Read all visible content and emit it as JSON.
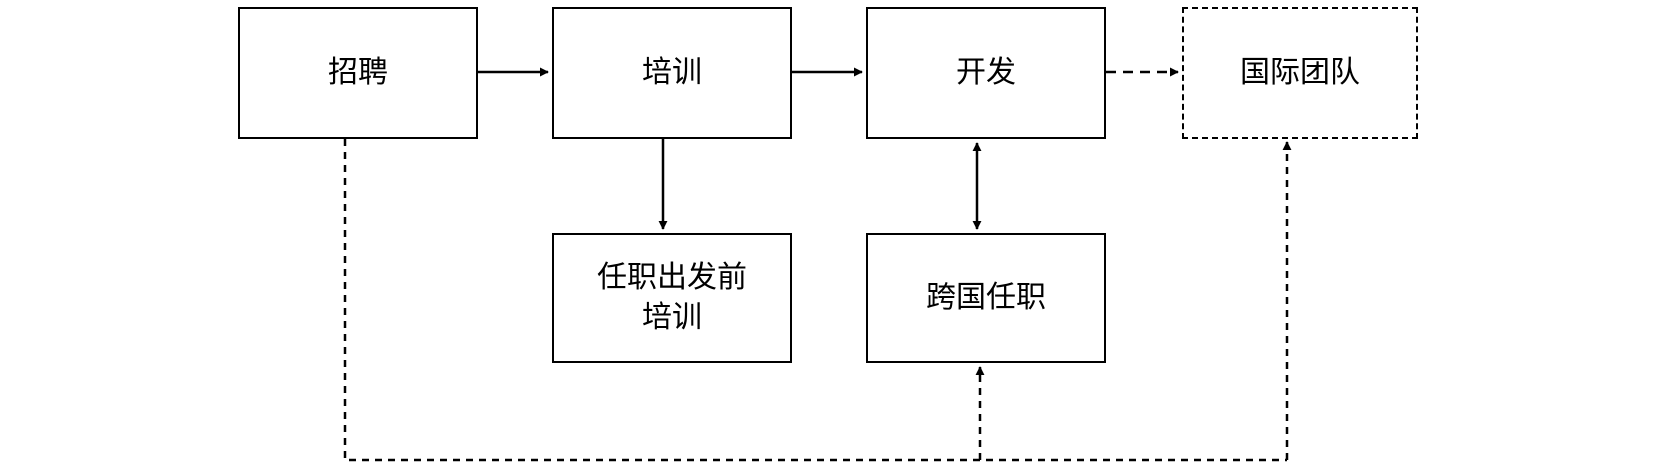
{
  "diagram": {
    "nodes": {
      "recruit": "招聘",
      "training": "培训",
      "development": "开发",
      "international_team": "国际团队",
      "predeparture_line1": "任职出发前",
      "predeparture_line2": "培训",
      "cross_border": "跨国任职"
    }
  }
}
